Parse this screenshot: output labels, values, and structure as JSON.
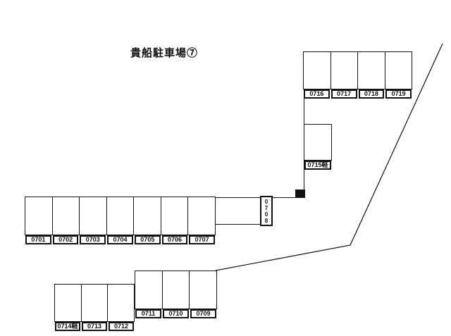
{
  "title": "貴船駐車場⑦",
  "colors": {
    "line": "#111111",
    "background": "#ffffff",
    "marker": "#111111"
  },
  "blocks": [
    {
      "id": "row-north",
      "spaces": [
        "0716",
        "0717",
        "0718",
        "0719"
      ]
    },
    {
      "id": "kei-east",
      "spaces": [
        "0715軽"
      ]
    },
    {
      "id": "row-west",
      "spaces": [
        "0701",
        "0702",
        "0703",
        "0704",
        "0705",
        "0706",
        "0707"
      ]
    },
    {
      "id": "row-south",
      "spaces": [
        "0711",
        "0710",
        "0709"
      ]
    },
    {
      "id": "row-southwest",
      "spaces": [
        "0714軽",
        "0713",
        "0712"
      ]
    }
  ],
  "vertical_space": {
    "label": "0708"
  }
}
